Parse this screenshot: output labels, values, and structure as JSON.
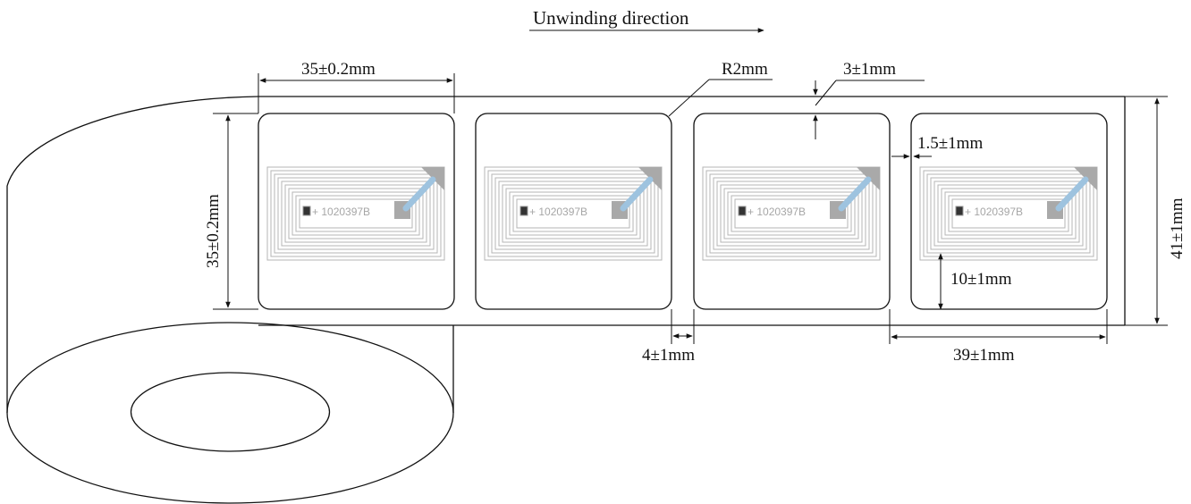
{
  "title": "Unwinding direction",
  "dimensions": {
    "label_width": "35±0.2mm",
    "label_height": "35±0.2mm",
    "corner_radius": "R2mm",
    "top_margin": "3±1mm",
    "side_margin": "1.5±1mm",
    "roll_width": "41±1mm",
    "antenna_offset": "10±1mm",
    "gap": "4±1mm",
    "pitch": "39±1mm"
  },
  "labels": [
    {
      "chip_code": "+ 1020397B"
    },
    {
      "chip_code": "+ 1020397B"
    },
    {
      "chip_code": "+ 1020397B"
    },
    {
      "chip_code": "+ 1020397B"
    }
  ],
  "colors": {
    "line": "#111111",
    "antenna": "#b5b5b5",
    "chip_pad": "#a9a9a9",
    "bridge": "#9ec3df"
  }
}
